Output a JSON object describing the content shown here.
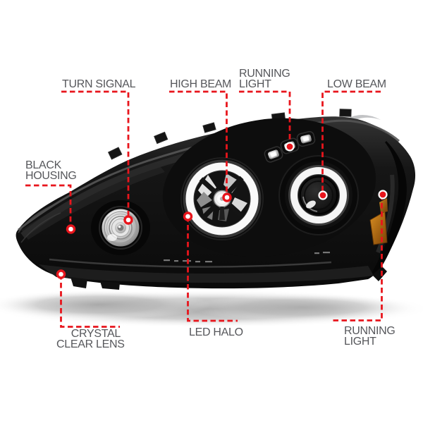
{
  "colors": {
    "accent_red": "#e8151c",
    "label_text": "#56575b",
    "background": "#ffffff",
    "halo_white": "#f7f7f7",
    "amber_reflector": "#c97a16",
    "housing_black": "#0d0d0d"
  },
  "callouts": {
    "turn_signal": {
      "lines": [
        "TURN SIGNAL"
      ]
    },
    "high_beam": {
      "lines": [
        "HIGH BEAM"
      ]
    },
    "running_light_top": {
      "lines": [
        "RUNNING",
        "LIGHT"
      ]
    },
    "low_beam": {
      "lines": [
        "LOW BEAM"
      ]
    },
    "black_housing": {
      "lines": [
        "BLACK",
        "HOUSING"
      ]
    },
    "crystal_clear_lens": {
      "lines": [
        "CRYSTAL",
        "CLEAR LENS"
      ]
    },
    "led_halo": {
      "lines": [
        "LED HALO"
      ]
    },
    "running_light_bottom": {
      "lines": [
        "RUNNING",
        "LIGHT"
      ]
    }
  }
}
